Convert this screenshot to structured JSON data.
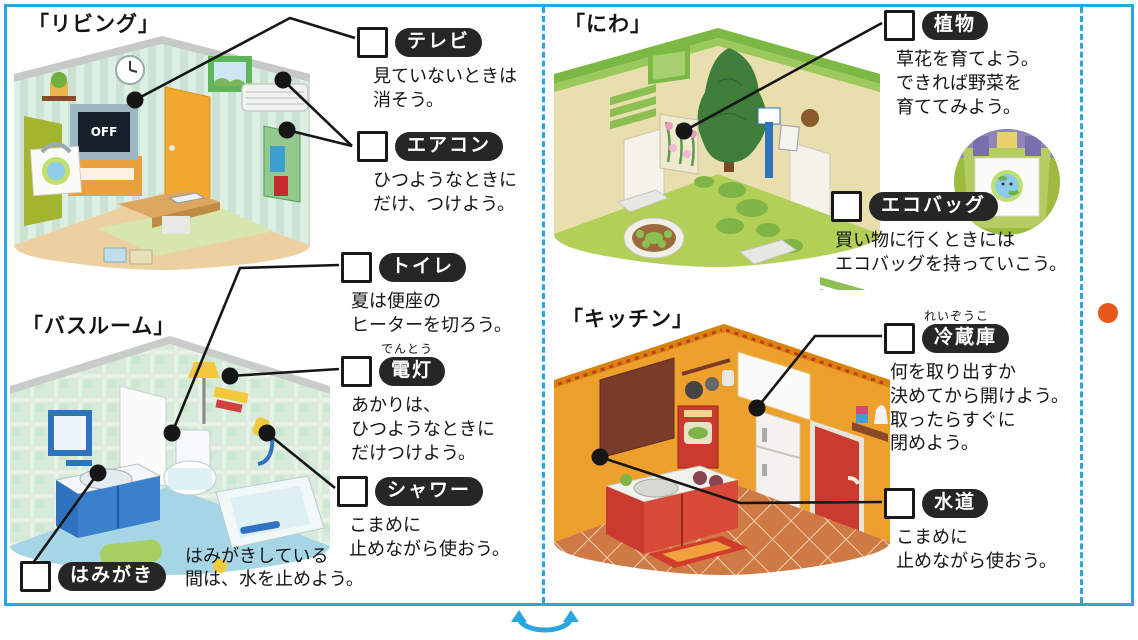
{
  "colors": {
    "frame_blue": "#2aa6de",
    "pill_dark": "#262626",
    "orange_dot": "#e8571c"
  },
  "sections": [
    {
      "id": "living",
      "title": "「リビング」",
      "items": [
        {
          "label": "テレビ",
          "note": "見ていないときは\n消そう。"
        },
        {
          "label": "エアコン",
          "note": "ひつようなときに\nだけ、つけよう。"
        }
      ]
    },
    {
      "id": "bathroom",
      "title": "「バスルーム」",
      "items": [
        {
          "label": "トイレ",
          "note": "夏は便座の\nヒーターを切ろう。"
        },
        {
          "label": "電灯",
          "furigana": "でんとう",
          "note": "あかりは、\nひつようなときに\nだけつけよう。"
        },
        {
          "label": "シャワー",
          "note": "こまめに\n止めながら使おう。"
        },
        {
          "label": "はみがき",
          "note": "はみがきしている\n間は、水を止めよう。"
        }
      ]
    },
    {
      "id": "garden",
      "title": "「にわ」",
      "items": [
        {
          "label": "植物",
          "note": "草花を育てよう。\nできれば野菜を\n育ててみよう。"
        },
        {
          "label": "エコバッグ",
          "note": "買い物に行くときには\nエコバッグを持っていこう。"
        }
      ]
    },
    {
      "id": "kitchen",
      "title": "「キッチン」",
      "items": [
        {
          "label": "冷蔵庫",
          "furigana": "れいぞうこ",
          "note": "何を取り出すか\n決めてから開けよう。\n取ったらすぐに\n閉めよう。"
        },
        {
          "label": "水道",
          "note": "こまめに\n止めながら使おう。"
        }
      ]
    }
  ],
  "tv_screen_text": "OFF"
}
